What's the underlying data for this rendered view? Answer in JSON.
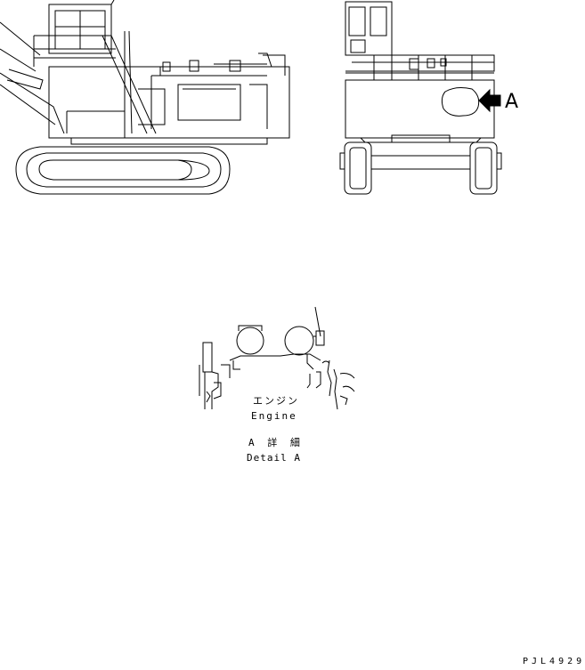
{
  "view_label": "A",
  "detail": {
    "engine_jp": "エンジン",
    "engine_en": "Engine",
    "detail_jp": "A 詳 細",
    "detail_en": "Detail A"
  },
  "drawing_number": "PJL4929",
  "colors": {
    "line": "#000000",
    "background": "#ffffff"
  }
}
